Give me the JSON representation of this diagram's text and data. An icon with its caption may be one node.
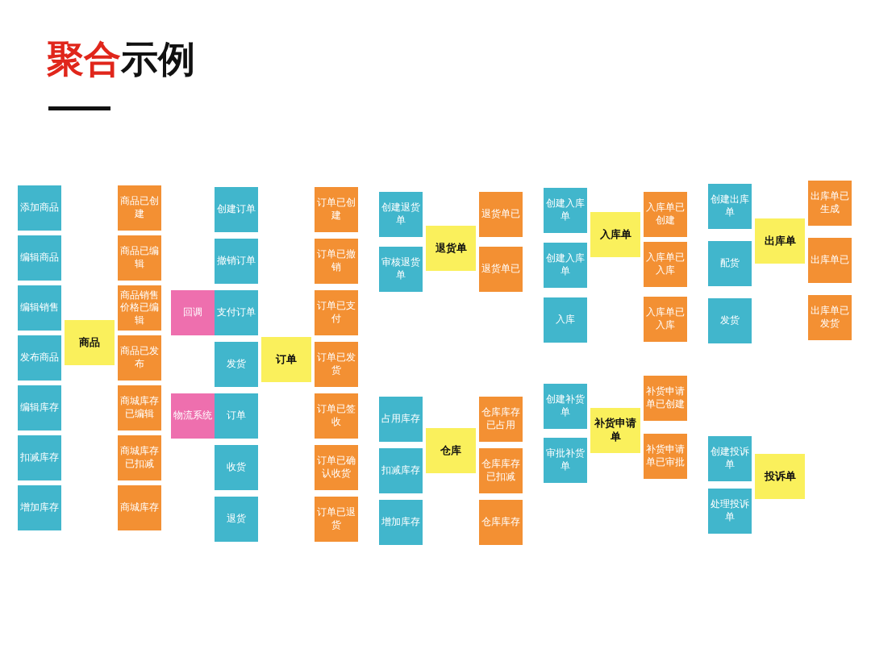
{
  "diagram": {
    "title": "聚合示例",
    "nodes": [
      {
        "text": [
          "添加商品"
        ]
      },
      {
        "text": [
          "编辑商品"
        ]
      },
      {
        "text": [
          "编辑销售"
        ]
      },
      {
        "text": [
          "发布商品"
        ]
      },
      {
        "text": [
          "编辑库存"
        ]
      },
      {
        "text": [
          "扣减库存"
        ]
      },
      {
        "text": [
          "增加库存"
        ]
      },
      {
        "text": [
          "商品"
        ]
      },
      {
        "text": [
          "商品已创建"
        ]
      },
      {
        "text": [
          "商品已编辑"
        ]
      },
      {
        "text": [
          "商品销售价格已编辑"
        ]
      },
      {
        "text": [
          "商品已发布"
        ]
      },
      {
        "text": [
          "商城库存已编辑"
        ]
      },
      {
        "text": [
          "商城库存已扣减"
        ]
      },
      {
        "text": [
          "商城库存"
        ]
      },
      {
        "text": [
          "回调"
        ]
      },
      {
        "text": [
          "物流系统"
        ]
      },
      {
        "text": [
          "创建订单"
        ]
      },
      {
        "text": [
          "撤销订单"
        ]
      },
      {
        "text": [
          "支付订单"
        ]
      },
      {
        "text": [
          "发货"
        ]
      },
      {
        "text": [
          "订单"
        ]
      },
      {
        "text": [
          "收货"
        ]
      },
      {
        "text": [
          "退货"
        ]
      },
      {
        "text": [
          "订单"
        ]
      },
      {
        "text": [
          "订单已创建"
        ]
      },
      {
        "text": [
          "订单已撤销"
        ]
      },
      {
        "text": [
          "订单已支付"
        ]
      },
      {
        "text": [
          "订单已发货"
        ]
      },
      {
        "text": [
          "订单已签收"
        ]
      },
      {
        "text": [
          "订单已确认收货"
        ]
      },
      {
        "text": [
          "订单已退货"
        ]
      },
      {
        "text": [
          "创建退货单"
        ]
      },
      {
        "text": [
          "审核退货单"
        ]
      },
      {
        "text": [
          "退货单"
        ]
      },
      {
        "text": [
          "退货单已"
        ]
      },
      {
        "text": [
          "退货单已"
        ]
      },
      {
        "text": [
          "占用库存"
        ]
      },
      {
        "text": [
          "扣减库存"
        ]
      },
      {
        "text": [
          "增加库存"
        ]
      },
      {
        "text": [
          "仓库"
        ]
      },
      {
        "text": [
          "仓库库存已占用"
        ]
      },
      {
        "text": [
          "仓库库存已扣减"
        ]
      },
      {
        "text": [
          "仓库库存"
        ]
      },
      {
        "text": [
          "创建入库单"
        ]
      },
      {
        "text": [
          "创建入库单"
        ]
      },
      {
        "text": [
          "入库"
        ]
      },
      {
        "text": [
          "入库单"
        ]
      },
      {
        "text": [
          "入库单已创建"
        ]
      },
      {
        "text": [
          "入库单已入库"
        ]
      },
      {
        "text": [
          "入库单已入库"
        ]
      },
      {
        "text": [
          "创建补货单"
        ]
      },
      {
        "text": [
          "审批补货单"
        ]
      },
      {
        "text": [
          "补货申请单"
        ]
      },
      {
        "text": [
          "补货申请单已创建"
        ]
      },
      {
        "text": [
          "补货申请单已审批"
        ]
      },
      {
        "text": [
          "创建出库单"
        ]
      },
      {
        "text": [
          "配货"
        ]
      },
      {
        "text": [
          "发货"
        ]
      },
      {
        "text": [
          "出库单"
        ]
      },
      {
        "text": [
          "出库单已生成"
        ]
      },
      {
        "text": [
          "出库单已"
        ]
      },
      {
        "text": [
          "出库单已发货"
        ]
      },
      {
        "text": [
          "创建投诉单"
        ]
      },
      {
        "text": [
          "处理投诉单"
        ]
      },
      {
        "text": [
          "投诉单"
        ]
      }
    ]
  }
}
